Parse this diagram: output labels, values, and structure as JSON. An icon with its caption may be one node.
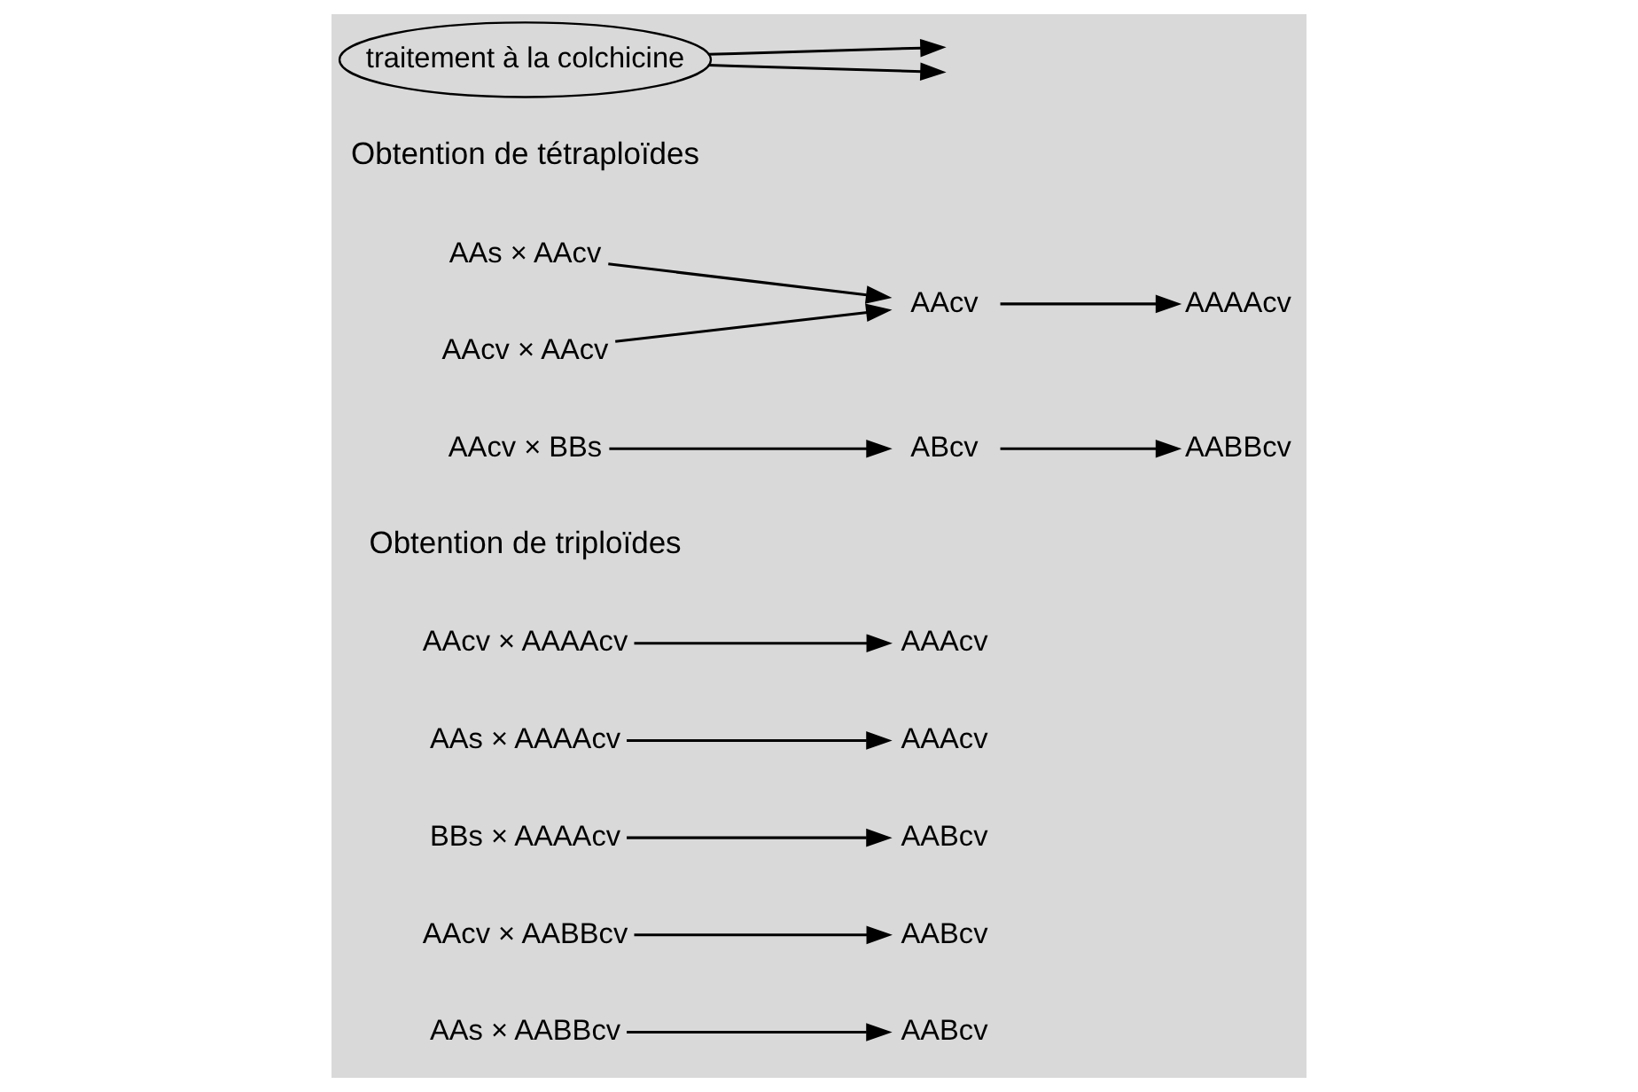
{
  "diagram": {
    "nodes": [
      {
        "text": [
          "AAs × AAcv"
        ]
      },
      {
        "text": [
          "AAcv × AAcv"
        ]
      },
      {
        "text": [
          "AAcv"
        ]
      },
      {
        "text": [
          "AAAAcv"
        ]
      },
      {
        "text": [
          "traitement à la colchicine"
        ]
      },
      {
        "text": [
          "AAcv × BBs"
        ]
      },
      {
        "text": [
          "ABcv"
        ]
      },
      {
        "text": [
          "AABBcv"
        ]
      },
      {
        "text": [
          "AAcv × AAAAcv"
        ]
      },
      {
        "text": [
          "AAAcv"
        ]
      },
      {
        "text": [
          "AAs × AAAAcv"
        ]
      },
      {
        "text": [
          "AAAcv"
        ]
      },
      {
        "text": [
          "BBs × AAAAcv"
        ]
      },
      {
        "text": [
          "AABcv"
        ]
      },
      {
        "text": [
          "AAcv × AABBcv"
        ]
      },
      {
        "text": [
          "AABcv"
        ]
      },
      {
        "text": [
          "AAs × AABBcv"
        ]
      },
      {
        "text": [
          "AABcv"
        ]
      }
    ],
    "edges": [
      {
        "from": 0,
        "to": 2,
        "arrow": "to"
      },
      {
        "from": 1,
        "to": 2,
        "arrow": "to"
      },
      {
        "from": 2,
        "to": 3,
        "arrow": "to"
      },
      {
        "from": 4,
        "to": null,
        "arrow": "to"
      },
      {
        "from": 4,
        "to": null,
        "arrow": "to"
      },
      {
        "from": 5,
        "to": 6,
        "arrow": "to"
      },
      {
        "from": 6,
        "to": 7,
        "arrow": "to"
      },
      {
        "from": 8,
        "to": 9,
        "arrow": "to"
      },
      {
        "from": 10,
        "to": 11,
        "arrow": "to"
      },
      {
        "from": 12,
        "to": 13,
        "arrow": "to"
      },
      {
        "from": 14,
        "to": 15,
        "arrow": "to"
      },
      {
        "from": 16,
        "to": 17,
        "arrow": "to"
      }
    ],
    "labels": [
      "Obtention de tétraploïdes",
      "Obtention de triploïdes"
    ]
  }
}
